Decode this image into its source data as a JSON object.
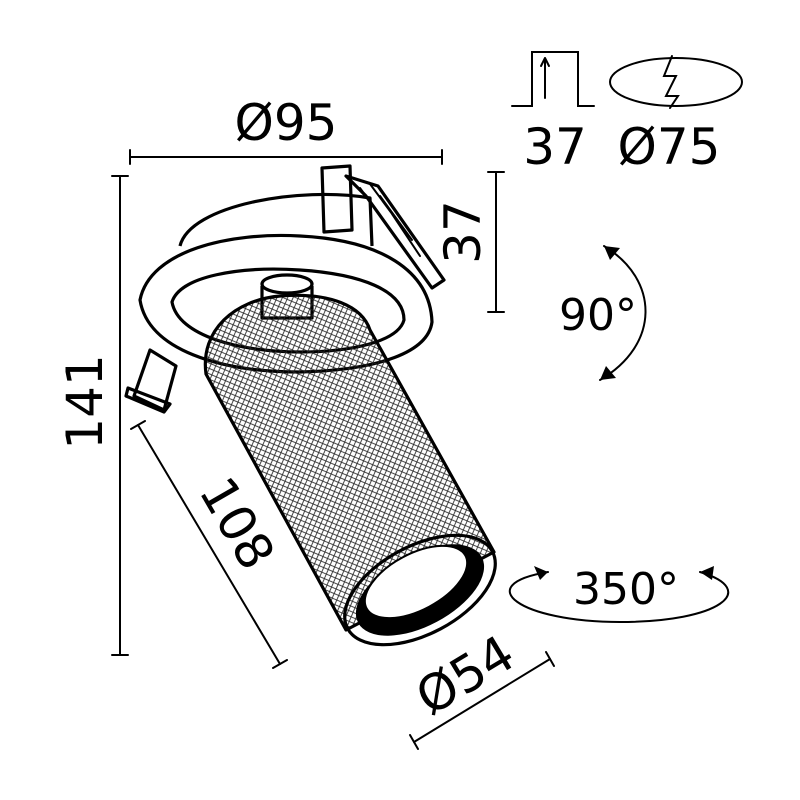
{
  "dimensions": {
    "outer_diameter": "Ø95",
    "total_height": "141",
    "frame_height": "37",
    "tube_length": "108",
    "tube_diameter": "Ø54"
  },
  "cutout": {
    "depth": "37",
    "diameter": "Ø75"
  },
  "rotation": {
    "tilt": "90°",
    "swivel": "350°"
  },
  "colors": {
    "line": "#000000",
    "background": "#ffffff"
  }
}
